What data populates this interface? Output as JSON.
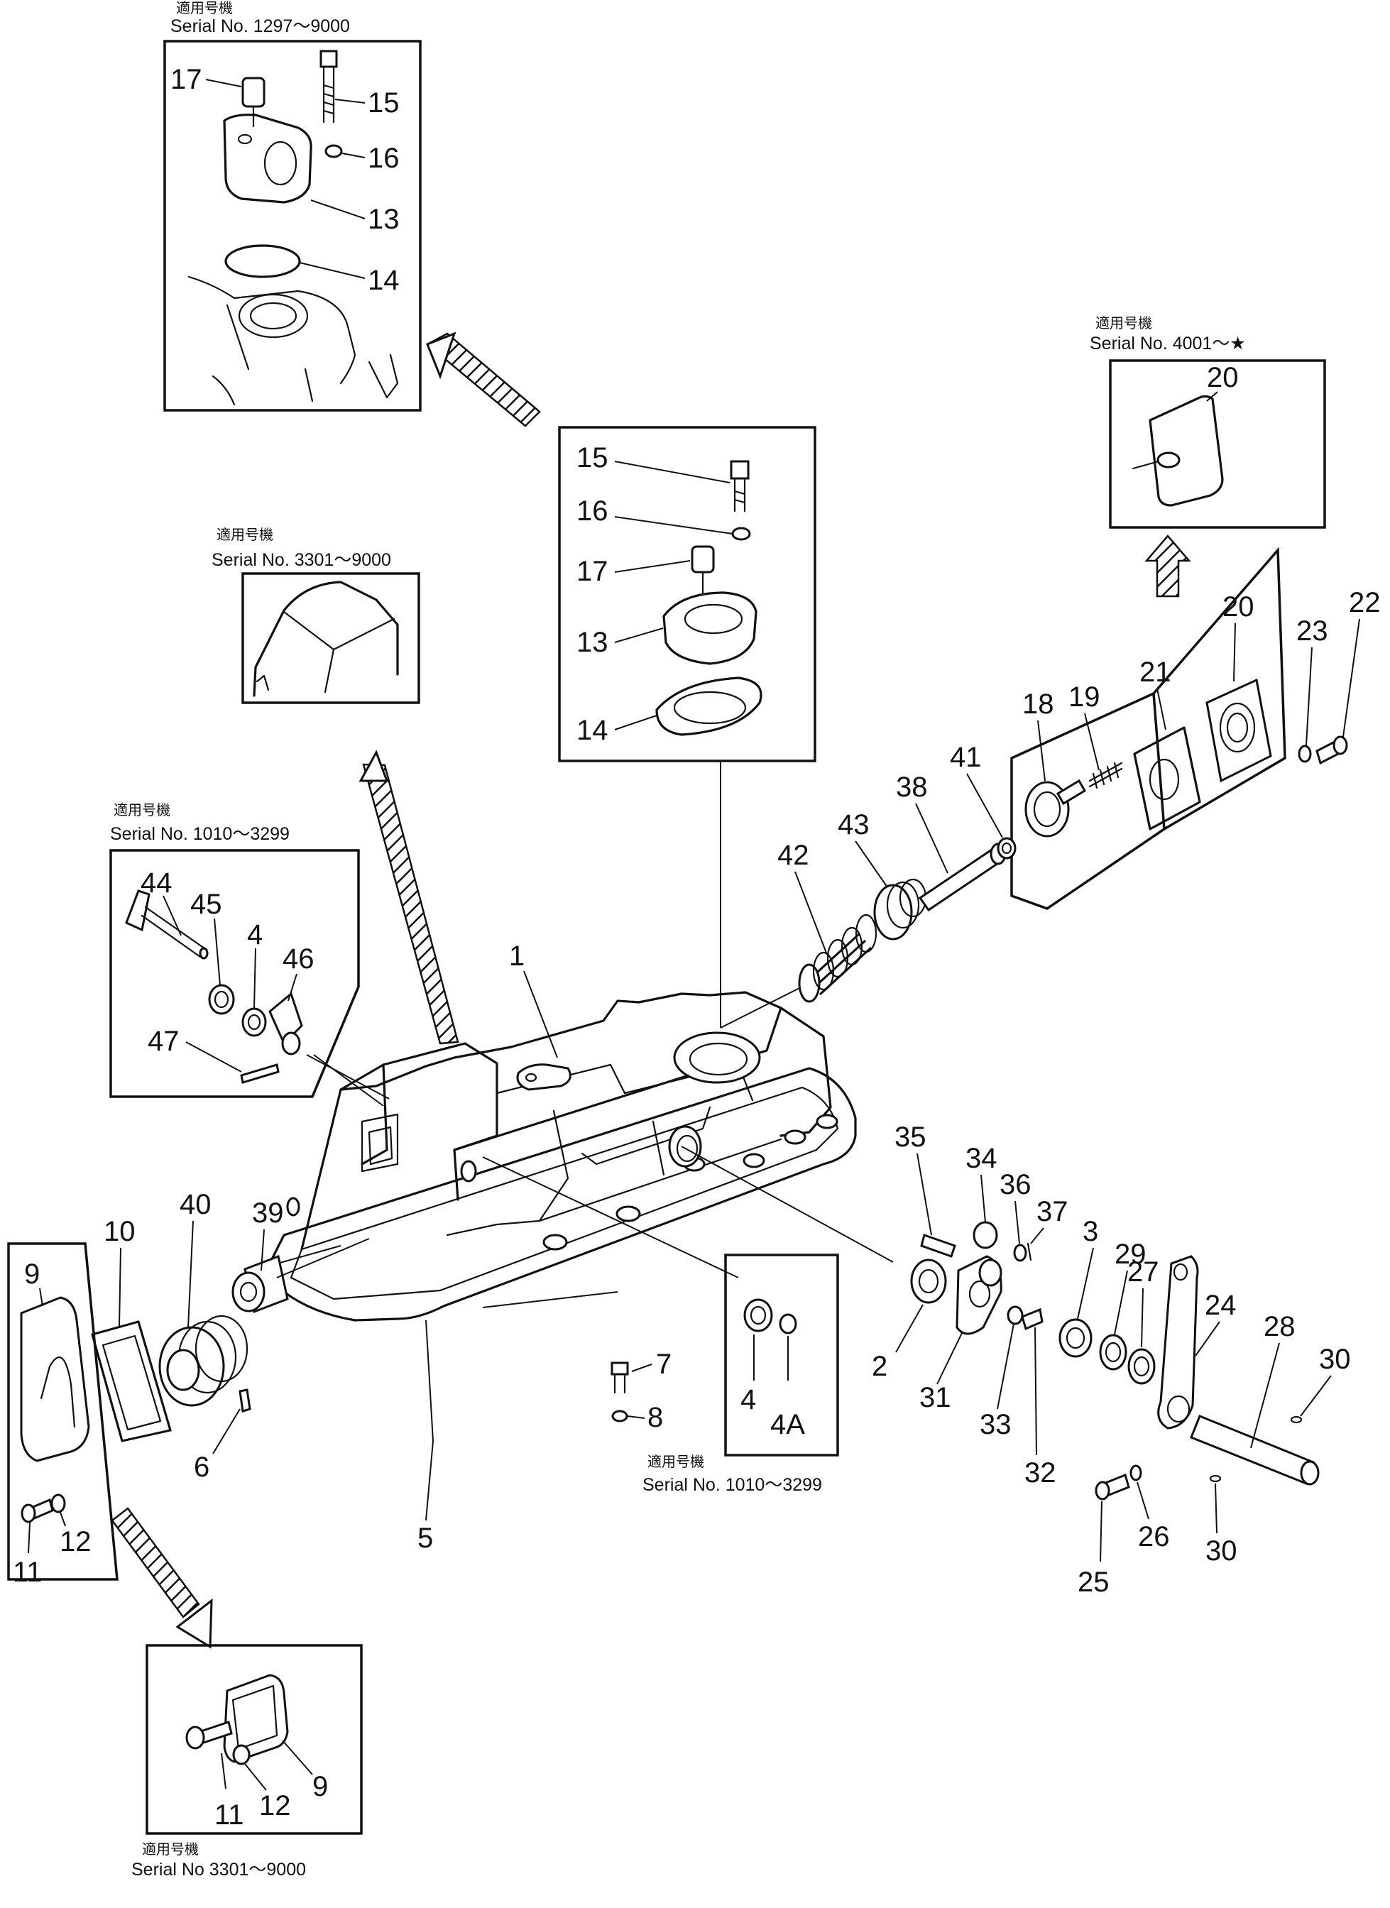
{
  "figure": {
    "insets": [
      {
        "id": "top-left",
        "jp": "適用号機",
        "serial": "Serial No. 1297～9000",
        "parts": [
          "17",
          "15",
          "16",
          "13",
          "14"
        ]
      },
      {
        "id": "top-center",
        "parts": [
          "15",
          "16",
          "17",
          "13",
          "14"
        ]
      },
      {
        "id": "top-right",
        "jp": "適用号機",
        "serial": "Serial No. 4001～★",
        "parts": [
          "20"
        ]
      },
      {
        "id": "mid-left-upper",
        "jp": "適用号機",
        "serial": "Serial No. 3301～9000",
        "parts": []
      },
      {
        "id": "mid-left",
        "jp": "適用号機",
        "serial": "Serial No. 1010～3299",
        "parts": [
          "44",
          "45",
          "4",
          "46",
          "47"
        ]
      },
      {
        "id": "mid-center",
        "jp": "適用号機",
        "serial": "Serial No. 1010～3299",
        "parts": [
          "4",
          "4A"
        ]
      },
      {
        "id": "bottom-left",
        "jp": "適用号機",
        "serial": "Serial No 3301～9000",
        "parts": [
          "9",
          "12",
          "11"
        ]
      }
    ],
    "callouts": [
      {
        "id": "c1",
        "text": "1"
      },
      {
        "id": "c2",
        "text": "2"
      },
      {
        "id": "c3",
        "text": "3"
      },
      {
        "id": "c4",
        "text": "4"
      },
      {
        "id": "c5",
        "text": "5"
      },
      {
        "id": "c6",
        "text": "6"
      },
      {
        "id": "c7",
        "text": "7"
      },
      {
        "id": "c8",
        "text": "8"
      },
      {
        "id": "c9",
        "text": "9"
      },
      {
        "id": "c10",
        "text": "10"
      },
      {
        "id": "c11",
        "text": "11"
      },
      {
        "id": "c12",
        "text": "12"
      },
      {
        "id": "c18",
        "text": "18"
      },
      {
        "id": "c19",
        "text": "19"
      },
      {
        "id": "c20",
        "text": "20"
      },
      {
        "id": "c21",
        "text": "21"
      },
      {
        "id": "c22",
        "text": "22"
      },
      {
        "id": "c23",
        "text": "23"
      },
      {
        "id": "c24",
        "text": "24"
      },
      {
        "id": "c25",
        "text": "25"
      },
      {
        "id": "c26",
        "text": "26"
      },
      {
        "id": "c27",
        "text": "27"
      },
      {
        "id": "c28",
        "text": "28"
      },
      {
        "id": "c29",
        "text": "29"
      },
      {
        "id": "c30a",
        "text": "30"
      },
      {
        "id": "c30b",
        "text": "30"
      },
      {
        "id": "c31",
        "text": "31"
      },
      {
        "id": "c32",
        "text": "32"
      },
      {
        "id": "c33",
        "text": "33"
      },
      {
        "id": "c34",
        "text": "34"
      },
      {
        "id": "c35",
        "text": "35"
      },
      {
        "id": "c36",
        "text": "36"
      },
      {
        "id": "c37",
        "text": "37"
      },
      {
        "id": "c38",
        "text": "38"
      },
      {
        "id": "c39",
        "text": "39"
      },
      {
        "id": "c40",
        "text": "40"
      },
      {
        "id": "c41",
        "text": "41"
      },
      {
        "id": "c42",
        "text": "42"
      },
      {
        "id": "c43",
        "text": "43"
      }
    ]
  }
}
